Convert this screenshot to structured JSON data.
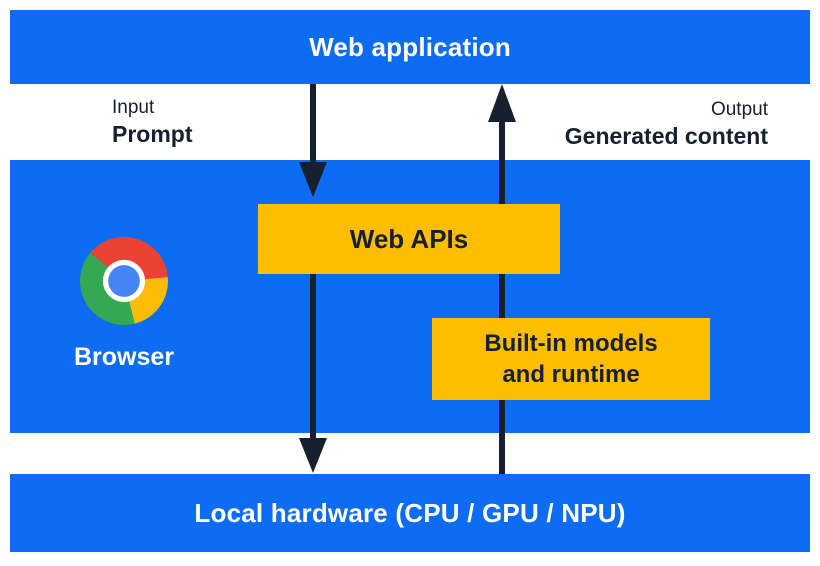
{
  "colors": {
    "panel_blue": "#0D6CF2",
    "accent_yellow": "#FDBD00",
    "ink_navy": "#17202F",
    "text_white": "#FFFFFF",
    "chrome_red": "#EA4335",
    "chrome_yellow": "#FBBC04",
    "chrome_green": "#34A853",
    "chrome_blue": "#4285F4"
  },
  "top_bar": {
    "label": "Web application"
  },
  "flow_labels": {
    "input": {
      "title": "Input",
      "value": "Prompt"
    },
    "output": {
      "title": "Output",
      "value": "Generated content"
    }
  },
  "browser_panel": {
    "browser_label": "Browser",
    "chrome_icon": "chrome-logo",
    "web_apis_box": {
      "label": "Web APIs"
    },
    "builtin_box": {
      "line1": "Built-in models",
      "line2": "and runtime"
    }
  },
  "bottom_bar": {
    "label": "Local hardware (CPU / GPU / NPU)"
  },
  "arrows": {
    "down_arrow": "web-application-to-local-hardware",
    "up_arrow": "local-hardware-to-web-application"
  }
}
